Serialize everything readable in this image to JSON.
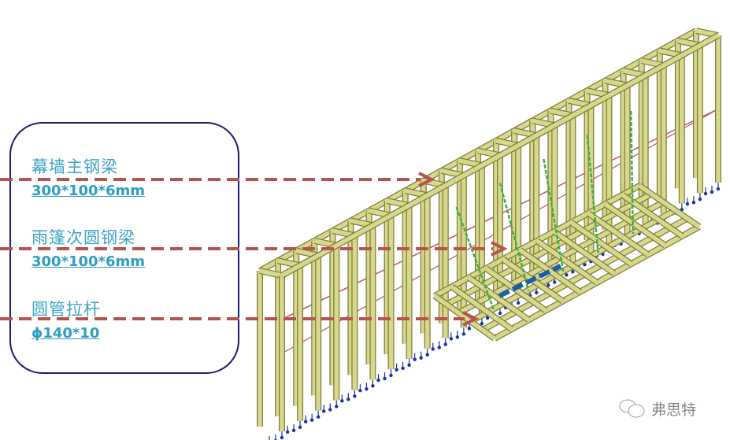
{
  "labels": [
    {
      "name": "幕墙主钢梁",
      "spec": "300*100*6mm"
    },
    {
      "name": "雨篷次圆钢梁",
      "spec": "300*100*6mm"
    },
    {
      "name": "圆管拉杆",
      "spec": "ϕ140*10"
    }
  ],
  "watermark": "弗思特",
  "colors": {
    "frame": "#d8d88c",
    "frame_edge": "#7d7d3c",
    "arrow": "#b5534f",
    "diagonal": "#3fae3f",
    "tie": "#1a5ea8",
    "support": "#1b2fa8",
    "box": "#1c1c6e"
  }
}
